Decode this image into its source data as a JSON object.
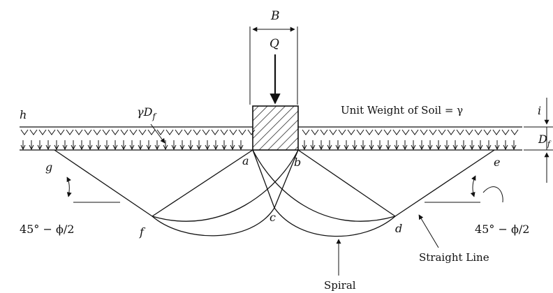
{
  "labels": {
    "width": "B",
    "load": "Q",
    "overburden": "γD",
    "overburden_sub": "f",
    "unit_weight": "Unit Weight of Soil = γ",
    "surface": "h",
    "i": "i",
    "depth": "D",
    "depth_sub": "f",
    "g": "g",
    "a": "a",
    "b": "b",
    "e": "e",
    "c": "c",
    "f": "f",
    "d": "d",
    "angle_left": "45° − ϕ/2",
    "angle_right": "45° − ϕ/2",
    "straight_line": "Straight Line",
    "spiral": "Spiral"
  },
  "colors": {
    "ink": "#111111",
    "paper": "#ffffff"
  }
}
